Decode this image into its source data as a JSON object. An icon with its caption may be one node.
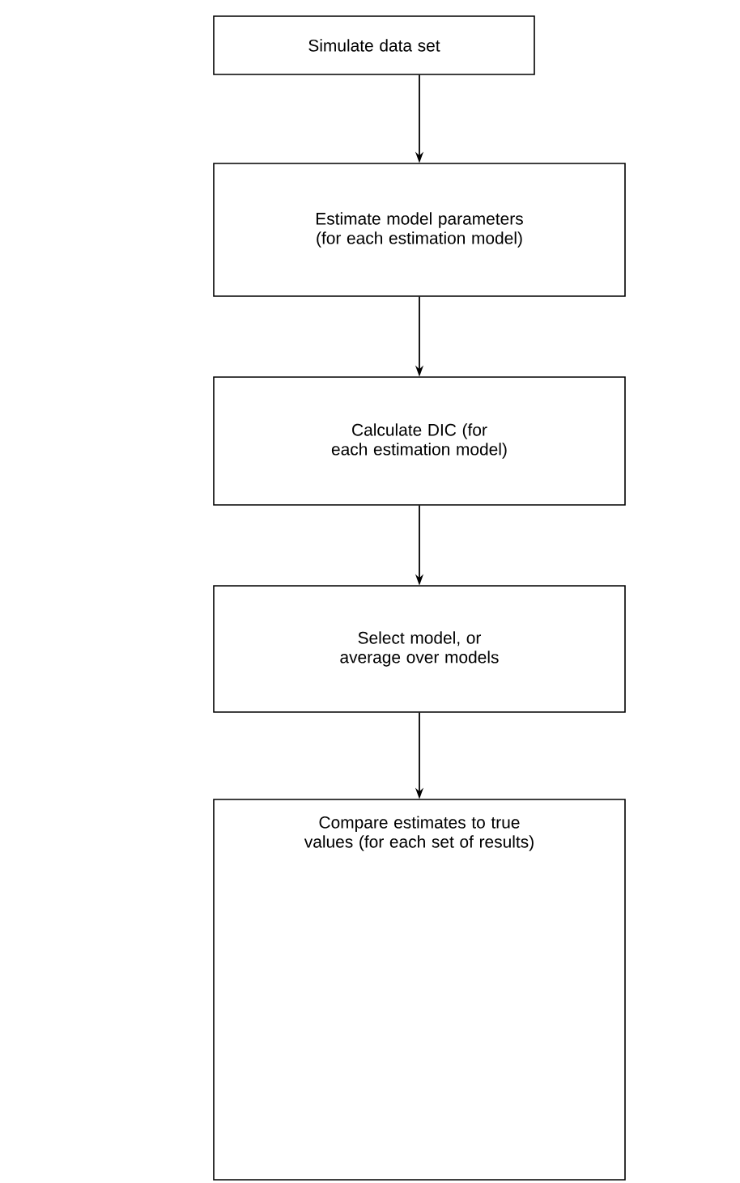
{
  "diagram": {
    "nodes": [
      {
        "text": [
          "Simulate data set"
        ]
      },
      {
        "text": [
          "Estimate model parameters (for each estimation model)"
        ]
      },
      {
        "text": [
          "Calculate DIC (for each estimation model)"
        ]
      },
      {
        "text": [
          "Select model, or average over models"
        ]
      },
      {
        "text": [
          "Compare estimates to true values (for each set of results)"
        ]
      }
    ],
    "edges": [
      {
        "from": 0,
        "to": 1,
        "arrow": "to"
      },
      {
        "from": 1,
        "to": 2,
        "arrow": "to"
      },
      {
        "from": 2,
        "to": 3,
        "arrow": "to"
      },
      {
        "from": 3,
        "to": 4,
        "arrow": "to"
      }
    ]
  }
}
